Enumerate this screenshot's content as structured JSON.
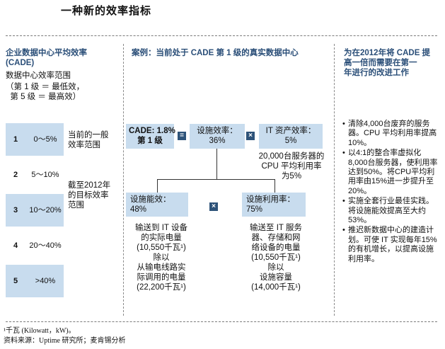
{
  "title": "一种新的效率指标",
  "left": {
    "heading": "企业数据中心平均效率\n(CADE)",
    "range_title": "数据中心效率范围",
    "range_sub": "（第 1 级 ＝ 最低效，\n  第 5 级 ＝ 最高效）",
    "levels": [
      {
        "level": "1",
        "range": "0～5%"
      },
      {
        "level": "2",
        "range": "5～10%"
      },
      {
        "level": "3",
        "range": "10～20%"
      },
      {
        "level": "4",
        "range": "20～40%"
      },
      {
        "level": "5",
        "range": ">40%"
      }
    ],
    "note_current": "当前的一般\n效率范围",
    "note_target": "截至2012年\n的目标效率\n范围"
  },
  "middle": {
    "heading": "案例：当前处于 CADE 第 1 级的真实数据中心",
    "cade_box": "CADE: 1.8%\n第 1 级",
    "facility_eff": "设施效率：\n36%",
    "it_asset_eff": "IT 资产效率：\n5%",
    "server_note": "20,000台服务器的\nCPU 平均利用率\n为5%",
    "facility_energy": "设施能效：\n48%",
    "facility_util": "设施利用率：\n75%",
    "energy_note": "输送到 IT 设备\n的实际电量\n(10,550千瓦¹)\n除以\n从输电线路实\n际调用的电量\n(22,200千瓦¹)",
    "util_note": "输送至 IT 服务\n器、存储和网\n络设备的电量\n(10,550千瓦¹)\n除以\n设施容量\n(14,000千瓦¹)",
    "op_equals": "=",
    "op_times": "×"
  },
  "right": {
    "heading": "为在2012年将 CADE 提\n高一倍而需要在第一\n年进行的改进工作",
    "bullets": [
      "清除4,000台废弃的服务器。CPU 平均利用率提高10%。",
      "以4:1的整合率虚拟化8,000台服务器，使利用率达到50%。将CPU平均利用率由15%进一步提升至20%。",
      "实施全套行业最佳实践。将设施能效提高至大约53%。",
      "推迟新数据中心的建造计划。可使 IT 实现每年15%的有机增长，以提高设施利用率。"
    ]
  },
  "footnote": "¹千瓦 (Kilowatt，kW)。",
  "source": "资料来源：Uptime 研究所；麦肯锡分析",
  "colors": {
    "accent": "#2a4e78",
    "shade": "#c8dcee",
    "op": "#2e5379"
  }
}
